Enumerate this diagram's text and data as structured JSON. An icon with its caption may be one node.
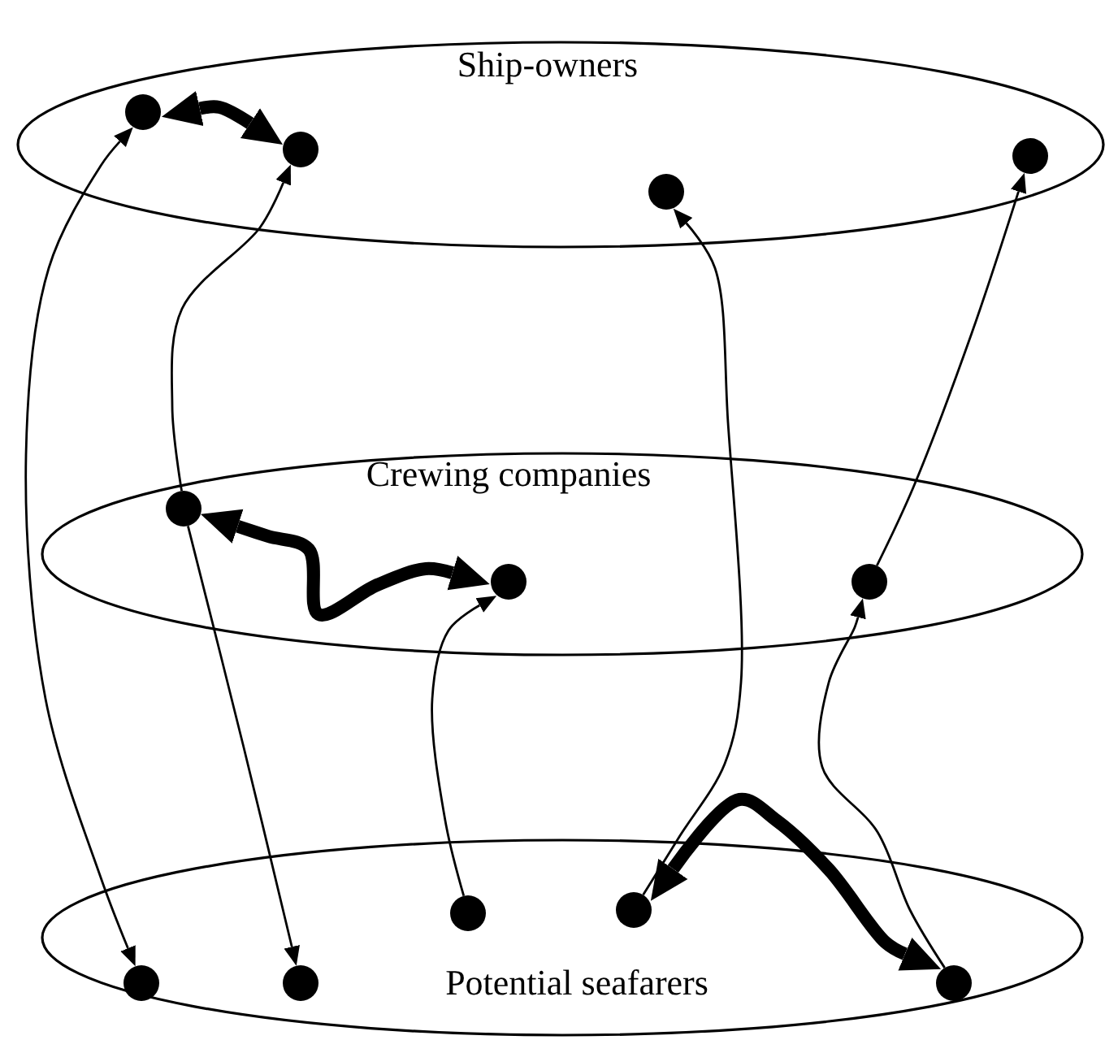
{
  "diagram": {
    "nodes": [
      {
        "text": [
          "Ship-owners"
        ]
      },
      {
        "text": [],
        "shape": "circle",
        "in": 0
      },
      {
        "text": [],
        "shape": "circle",
        "in": 0
      },
      {
        "text": [],
        "shape": "circle",
        "in": 0
      },
      {
        "text": [],
        "shape": "circle",
        "in": 0
      },
      {
        "text": [
          "Crewing companies"
        ]
      },
      {
        "text": [],
        "shape": "circle",
        "in": 5
      },
      {
        "text": [],
        "shape": "circle",
        "in": 5
      },
      {
        "text": [],
        "shape": "circle",
        "in": 5
      },
      {
        "text": [
          "Potential seafarers"
        ]
      },
      {
        "text": [],
        "shape": "circle",
        "in": 9
      },
      {
        "text": [],
        "shape": "circle",
        "in": 9
      },
      {
        "text": [],
        "shape": "circle",
        "in": 9
      },
      {
        "text": [],
        "shape": "circle",
        "in": 9
      },
      {
        "text": [],
        "shape": "circle",
        "in": 9
      }
    ],
    "edges": [
      {
        "from": 1,
        "to": 2,
        "arrow": "both",
        "style": "thick"
      },
      {
        "from": 10,
        "to": 1,
        "arrow": "both"
      },
      {
        "from": 6,
        "to": 2,
        "arrow": "to"
      },
      {
        "from": 6,
        "to": 11,
        "arrow": "to"
      },
      {
        "from": 6,
        "to": 7,
        "arrow": "both",
        "style": "thick"
      },
      {
        "from": 12,
        "to": 7,
        "arrow": "to"
      },
      {
        "from": 13,
        "to": 3,
        "arrow": "to"
      },
      {
        "from": 14,
        "to": 8,
        "arrow": "to"
      },
      {
        "from": 8,
        "to": 4,
        "arrow": "to"
      },
      {
        "from": 13,
        "to": 14,
        "arrow": "both",
        "style": "thick"
      }
    ]
  }
}
